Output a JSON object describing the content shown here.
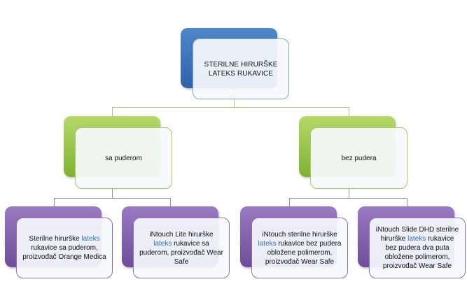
{
  "root": {
    "label": "STERILNE HIRURŠKE LATEKS RUKAVICE"
  },
  "branches": [
    {
      "label": "sa puderom"
    },
    {
      "label": "bez pudera"
    }
  ],
  "leaves": [
    {
      "pre": "Sterilne hirurške ",
      "keyword": "lateks",
      "post": " rukavice sa puderom, proizvođač Orange Medica"
    },
    {
      "pre": "iNtouch Lite hirurške ",
      "keyword": "lateks",
      "post": " rukavice sa puderom, proizvođač Wear Safe"
    },
    {
      "pre": "iNtouch sterilne hirurške ",
      "keyword": "lateks",
      "post": " rukavice bez pudera obložene polimerom, proizvođač Wear Safe"
    },
    {
      "pre": "iNtouch Slide DHD sterilne hirurške ",
      "keyword": "lateks",
      "post": " rukavice bez pudera dva puta obložene polimerom, proizvođač Wear Safe"
    }
  ],
  "colors": {
    "root_accent": "#2f62a8",
    "branch_accent": "#7fb22e",
    "leaf_accent": "#6e4c9a",
    "keyword": "#2e74b5",
    "connector": "#b3c77f"
  }
}
